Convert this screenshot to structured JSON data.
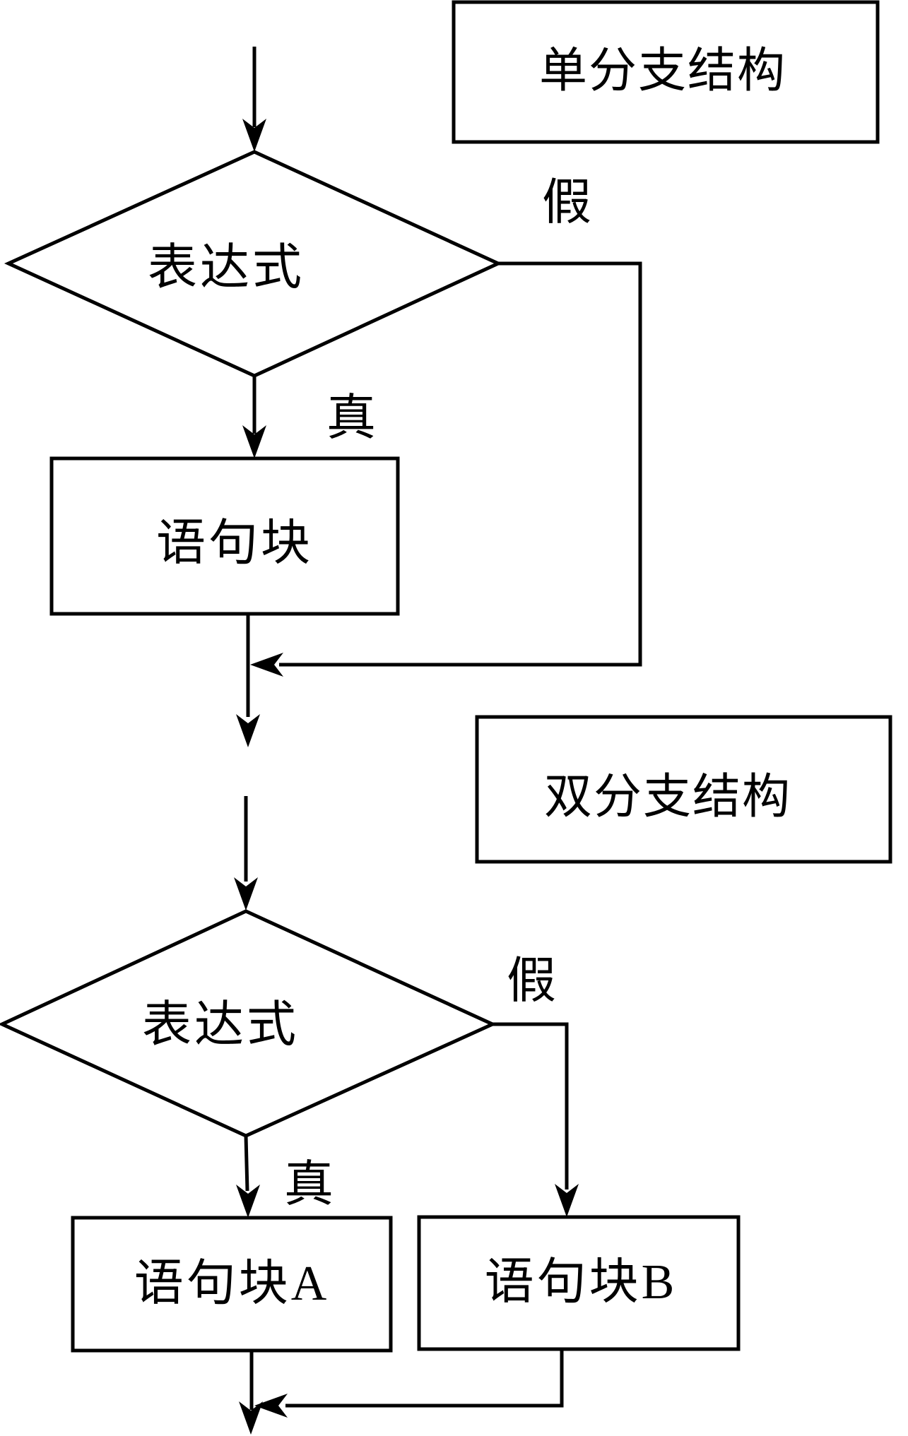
{
  "background": "#ffffff",
  "line_color": "#000000",
  "diagram_type": "flowchart",
  "sections": [
    {
      "title": "单分支结构",
      "decision": "表达式",
      "true_label": "真",
      "false_label": "假",
      "blocks": [
        {
          "label": "语句块"
        }
      ]
    },
    {
      "title": "双分支结构",
      "decision": "表达式",
      "true_label": "真",
      "false_label": "假",
      "blocks": [
        {
          "label": "语句块A"
        },
        {
          "label": "语句块B"
        }
      ]
    }
  ]
}
